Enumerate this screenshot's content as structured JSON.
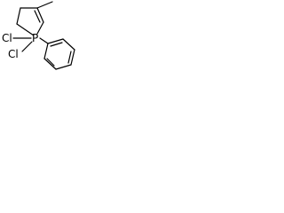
{
  "structure": {
    "ring_atoms": [
      "P",
      "C",
      "C",
      "C"
    ],
    "atoms": [
      {
        "id": "P1",
        "element": "P"
      },
      {
        "id": "Cl1",
        "element": "Cl"
      },
      {
        "id": "Cl2",
        "element": "Cl"
      }
    ],
    "labels": {
      "phosphorus": "P",
      "chlorine_1": "Cl",
      "chlorine_2": "Cl"
    },
    "substituents": [
      "methyl",
      "phenyl"
    ],
    "bond_color": "#000000",
    "label_color": "#000000"
  }
}
